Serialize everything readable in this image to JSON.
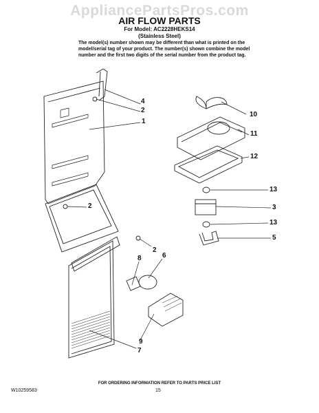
{
  "watermark": "AppliancePartsPros.com",
  "title": "AIR FLOW PARTS",
  "model_line": "For Model: AC2228HEKS14",
  "variant": "(Stainless Steel)",
  "note": "The model(s) number shown may be different than what is printed on the model/serial tag of your product. The number(s) shown combine the model number and the first two digits of the serial number from the product tag.",
  "callouts": {
    "c4": "4",
    "c2a": "2",
    "c1": "1",
    "c2b": "2",
    "c2c": "2",
    "c6": "6",
    "c8": "8",
    "c9": "9",
    "c7": "7",
    "c10": "10",
    "c11": "11",
    "c12": "12",
    "c13a": "13",
    "c3": "3",
    "c13b": "13",
    "c5": "5"
  },
  "footer": "FOR ORDERING INFORMATION REFER TO PARTS PRICE LIST",
  "doc_number": "W10259583",
  "page_number": "15"
}
